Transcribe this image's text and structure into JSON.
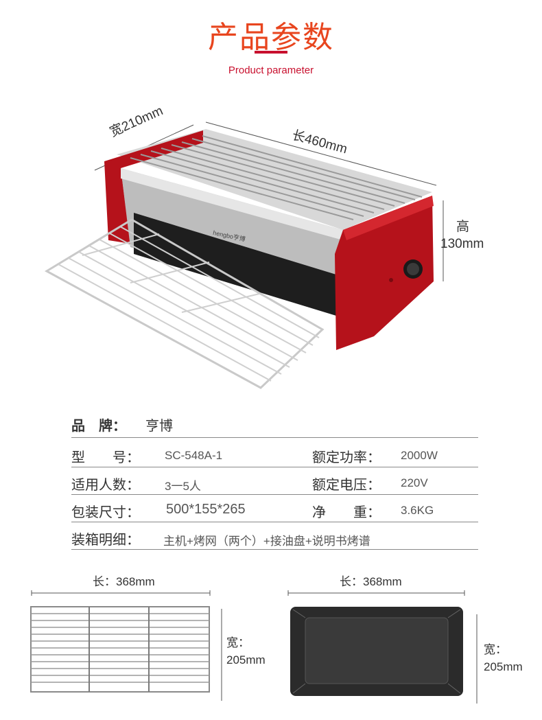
{
  "header": {
    "title": "产品参数",
    "subtitle": "Product parameter"
  },
  "product_dimensions": {
    "width": "宽210mm",
    "length": "长460mm",
    "height_label": "高",
    "height_value": "130mm",
    "logo_text": "hengbo亨博"
  },
  "specs": {
    "brand": {
      "label": "品　牌：",
      "value": "亨博"
    },
    "model": {
      "label": "型　　号：",
      "value": "SC-548A-1"
    },
    "power": {
      "label": "额定功率：",
      "value": "2000W"
    },
    "people": {
      "label": "适用人数：",
      "value": "3一5人"
    },
    "voltage": {
      "label": "额定电压：",
      "value": "220V"
    },
    "package": {
      "label": "包装尺寸：",
      "value": "500*155*265"
    },
    "weight": {
      "label": "净　　重：",
      "value": "3.6KG"
    },
    "contents": {
      "label": "装箱明细：",
      "value": "主机+烤网（两个）+接油盘+说明书烤谱"
    }
  },
  "accessories": {
    "grill_rack": {
      "length": "长：368mm",
      "width_label": "宽：",
      "width_value": "205mm"
    },
    "drip_tray": {
      "length": "长：368mm",
      "width_label": "宽：",
      "width_value": "205mm"
    }
  },
  "colors": {
    "accent_red": "#c8102e",
    "title_orange": "#e8451e",
    "body_red": "#b5121b",
    "metal": "#c9c9c9",
    "tray_black": "#2b2b2b"
  }
}
